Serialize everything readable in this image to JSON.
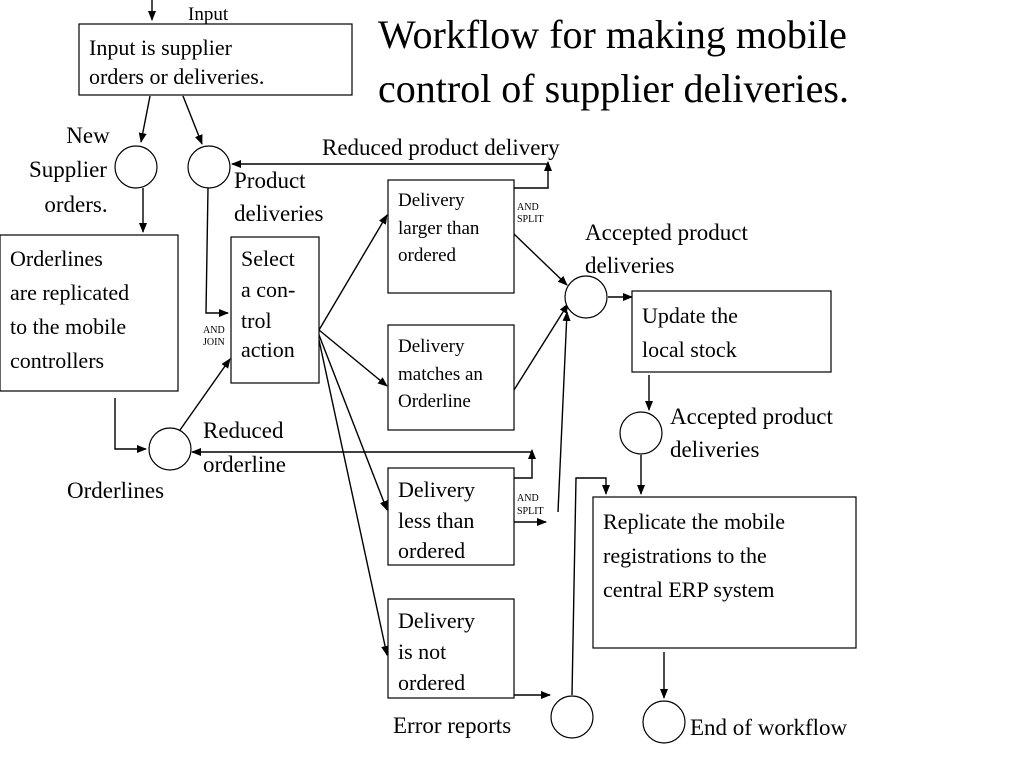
{
  "title": {
    "line1": "Workflow for making mobile",
    "line2": "control of supplier deliveries."
  },
  "labels": {
    "input": "Input",
    "new_supplier": [
      "New",
      "Supplier",
      "orders."
    ],
    "product_deliveries": [
      "Product",
      "deliveries"
    ],
    "reduced_product_delivery": "Reduced product delivery",
    "accepted_product_deliveries_1": [
      "Accepted product",
      "deliveries"
    ],
    "accepted_product_deliveries_2": [
      "Accepted product",
      "deliveries"
    ],
    "reduced_orderline": [
      "Reduced",
      "orderline"
    ],
    "orderlines": "Orderlines",
    "error_reports": "Error reports",
    "end_of_workflow": "End of workflow",
    "and_join": [
      "AND",
      "JOIN"
    ],
    "and_split_1": [
      "AND",
      "SPLIT"
    ],
    "and_split_2": [
      "AND",
      "SPLIT"
    ]
  },
  "boxes": {
    "input": [
      "Input is supplier",
      "orders or deliveries."
    ],
    "orderlines_replicated": [
      "Orderlines",
      "are replicated",
      "to the mobile",
      "controllers"
    ],
    "select_control": [
      "Select",
      "a con-",
      "trol",
      "action"
    ],
    "delivery_larger": [
      "Delivery",
      "larger than",
      "ordered"
    ],
    "delivery_matches": [
      "Delivery",
      "matches an",
      "Orderline"
    ],
    "delivery_less": [
      "Delivery",
      "less than",
      "ordered"
    ],
    "delivery_not_ordered": [
      "Delivery",
      "is not",
      "ordered"
    ],
    "update_stock": [
      "Update the",
      "local stock"
    ],
    "replicate": [
      "Replicate the mobile",
      "registrations to the",
      "central ERP system"
    ]
  }
}
